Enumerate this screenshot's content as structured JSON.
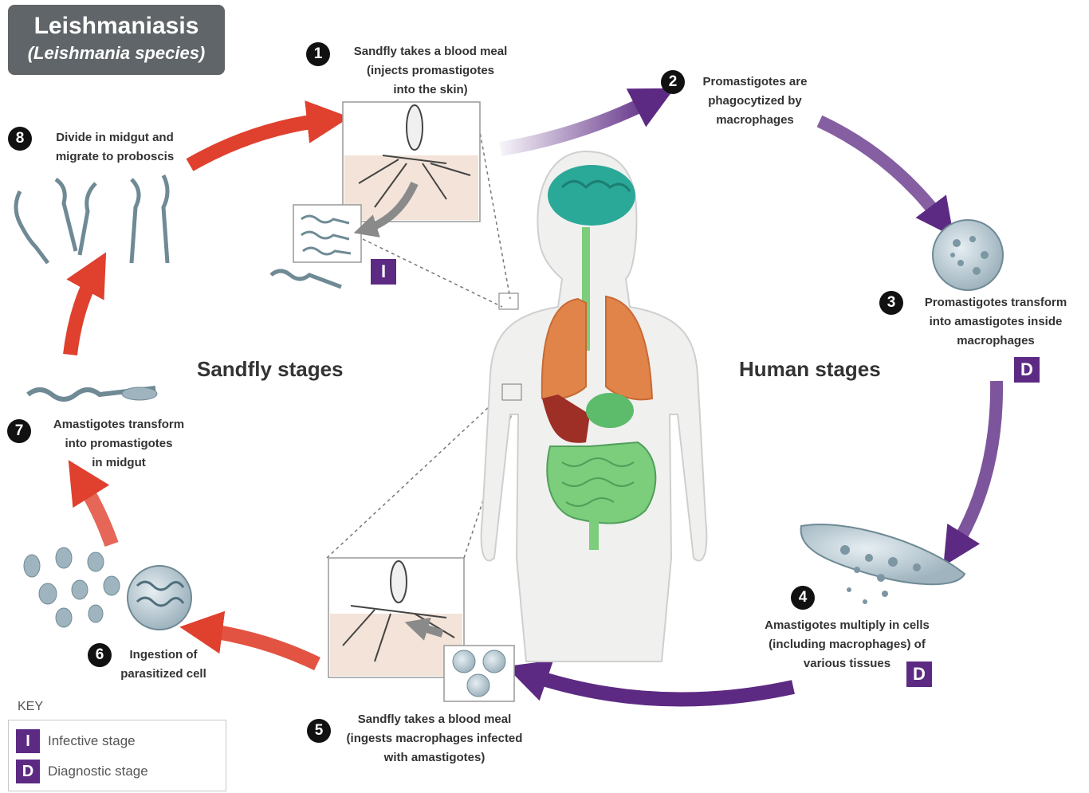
{
  "title": {
    "main": "Leishmaniasis",
    "sub": "(Leishmania species)"
  },
  "steps": [
    {
      "num": "1",
      "lines": [
        "Sandfly takes a blood meal",
        "(injects promastigotes",
        "into the skin)"
      ]
    },
    {
      "num": "2",
      "lines": [
        "Promastigotes are",
        "phagocytized by",
        "macrophages"
      ]
    },
    {
      "num": "3",
      "lines": [
        "Promastigotes transform",
        "into amastigotes inside",
        "macrophages"
      ]
    },
    {
      "num": "4",
      "lines": [
        "Amastigotes multiply in cells",
        "(including macrophages) of",
        "various tissues"
      ]
    },
    {
      "num": "5",
      "lines": [
        "Sandfly takes a blood meal",
        "(ingests macrophages infected",
        "with amastigotes)"
      ]
    },
    {
      "num": "6",
      "lines": [
        "Ingestion of",
        "parasitized cell"
      ]
    },
    {
      "num": "7",
      "lines": [
        "Amastigotes transform",
        "into promastigotes",
        "in midgut"
      ]
    },
    {
      "num": "8",
      "lines": [
        "Divide in midgut and",
        "migrate to proboscis"
      ]
    }
  ],
  "stage_labels": {
    "sandfly": "Sandfly stages",
    "human": "Human stages"
  },
  "badges": {
    "infective": "I",
    "diagnostic": "D"
  },
  "key": {
    "title": "KEY",
    "items": [
      {
        "badge": "I",
        "label": "Infective stage"
      },
      {
        "badge": "D",
        "label": "Diagnostic stage"
      }
    ]
  },
  "colors": {
    "human_arrow": "#5c2a83",
    "sandfly_arrow": "#e0402e",
    "badge": "#5c2a83",
    "title_bg": "#5f6568",
    "lung": "#e0844a",
    "intestine": "#7ccd7c",
    "brain": "#2aa898"
  }
}
